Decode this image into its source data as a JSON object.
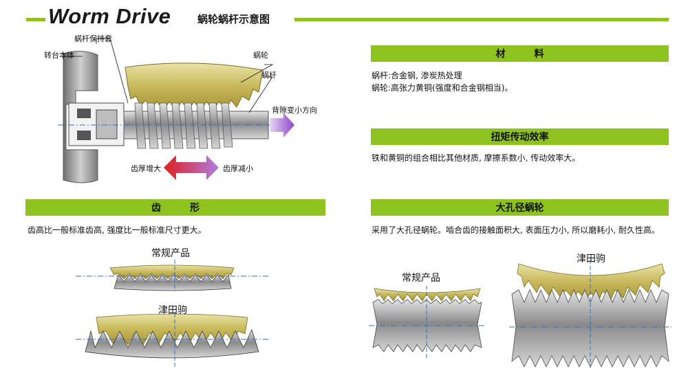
{
  "header": {
    "title": "Worm Drive",
    "subtitle": "蜗轮蜗杆示意图"
  },
  "diagram": {
    "labels": {
      "worm_holder": "蜗杆保持套",
      "turntable_body": "转台本体",
      "worm_wheel": "蜗轮",
      "worm": "蜗杆",
      "backlash_direction": "背隙变小方向",
      "tooth_thicker": "齿厚增大",
      "tooth_thinner": "齿厚减小"
    }
  },
  "sections": {
    "material": {
      "title": "材　　　料",
      "lines": [
        "蜗杆:合金钢, 渗炭热处理",
        "蜗轮:高张力黄铜(强度和合金钢相当)。"
      ]
    },
    "efficiency": {
      "title": "扭矩传动效率",
      "text": "铁和黄铜的组合相比其他材质, 摩擦系数小, 传动效率大。"
    },
    "tooth_shape": {
      "title": "齿　　　形",
      "text": "齿高比一般标准齿高, 强度比一般标准尺寸更大。",
      "caption_normal": "常规产品",
      "caption_tsuda": "津田驹"
    },
    "large_bore": {
      "title": "大孔径蜗轮",
      "text": "采用了大孔径蜗轮。啮合齿的接触面积大, 表面压力小, 所以磨耗小, 耐久性高。",
      "caption_normal": "常规产品",
      "caption_tsuda": "津田驹"
    }
  },
  "colors": {
    "accent_green": "#8ec21e",
    "bronze": "#c8b85a",
    "steel": "#a0a0a0"
  }
}
